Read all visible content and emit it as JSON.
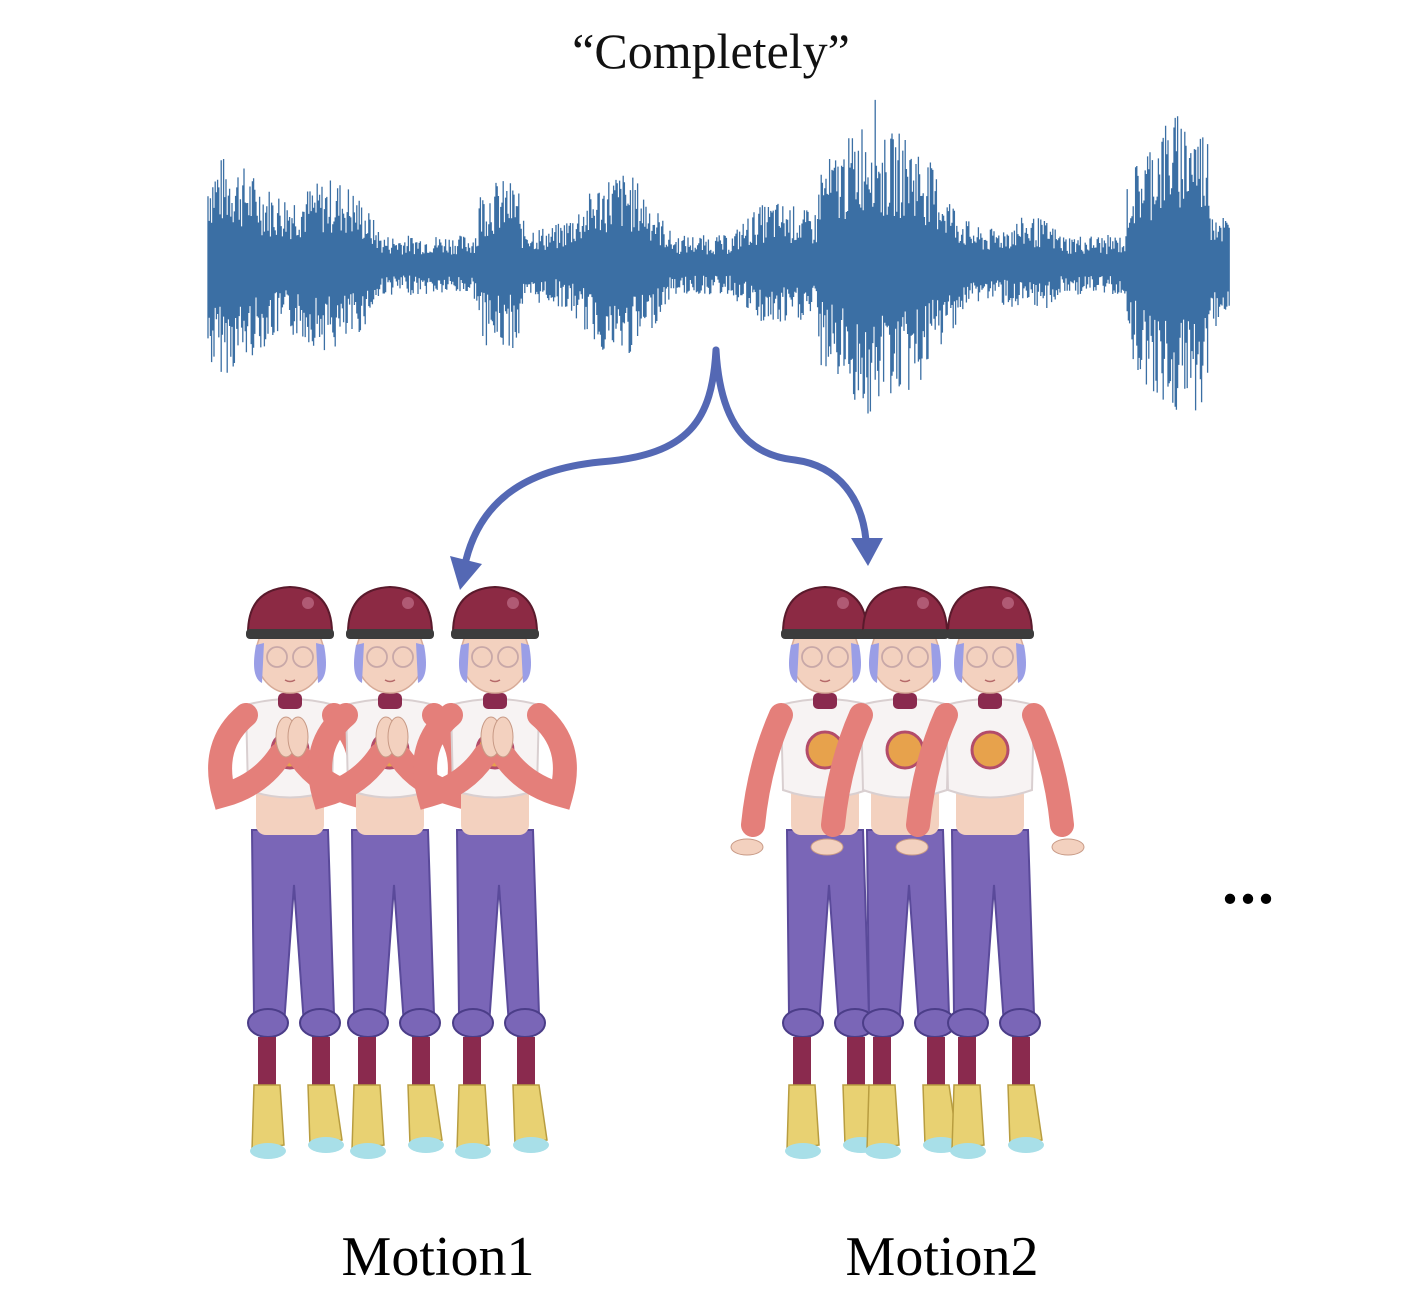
{
  "header": {
    "word": "“Completely”"
  },
  "colors": {
    "waveform": "#3b6fa4",
    "arrow": "#5468b4",
    "helmet": "#8c2a44",
    "hair": "#9a9ee6",
    "shirt": "#f7f3f3",
    "emblem": "#e7a24c",
    "sleeve": "#e47f7a",
    "skin": "#f3d1bf",
    "pants": "#7a66b7",
    "sock": "#8a2a4e",
    "shoe": "#e8d172",
    "sole": "#a8dfe8"
  },
  "icons": {
    "arrow_left": "curved-arrow-left",
    "arrow_right": "curved-arrow-right"
  },
  "motions": [
    {
      "label": "Motion1",
      "pose": "hands-together"
    },
    {
      "label": "Motion2",
      "pose": "arms-down"
    }
  ],
  "more_indicator": "..."
}
